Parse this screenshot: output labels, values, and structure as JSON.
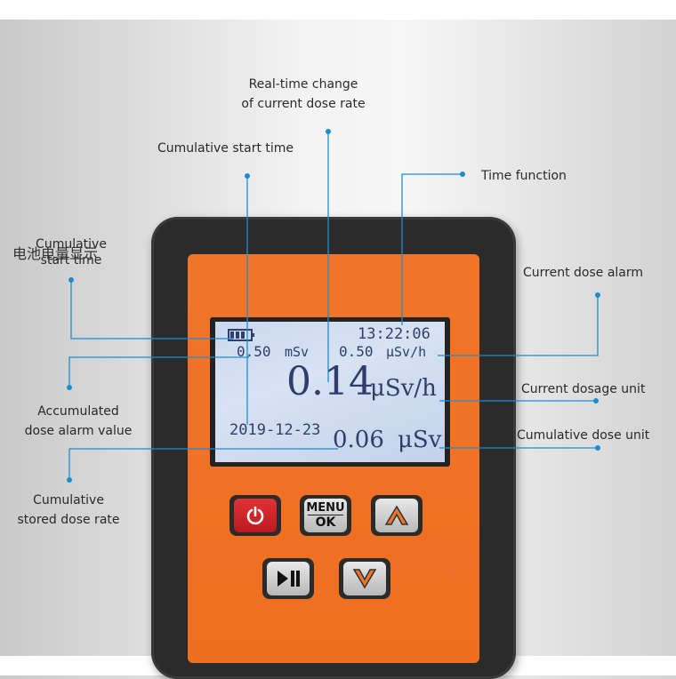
{
  "lcd": {
    "time": "13:22:06",
    "accum_alarm_value": "0.50",
    "accum_alarm_unit": "mSv",
    "rate_alarm_value": "0.50",
    "rate_alarm_unit": "μSv/h",
    "dose_rate_value": "0.14",
    "dose_rate_unit": "μSv/h",
    "date": "2019-12-23",
    "cumulative_dose_value": "0.06",
    "cumulative_dose_unit": "μSv"
  },
  "buttons": {
    "menu_label": "MENU",
    "ok_label": "OK"
  },
  "annotations": {
    "realtime_line1": "Real-time change",
    "realtime_line2": "of current dose rate",
    "cumulative_start_time": "Cumulative start time",
    "time_function": "Time function",
    "left_cumulative_line1": "Cumulative",
    "left_cumulative_line2": "start time",
    "chinese_overlay": "电池电量显示",
    "current_dose_alarm": "Current dose alarm",
    "accumulated_alarm_line1": "Accumulated",
    "accumulated_alarm_line2": "dose alarm value",
    "current_dosage_unit": "Current dosage unit",
    "cumulative_dose_unit": "Cumulative dose unit",
    "stored_rate_line1": "Cumulative",
    "stored_rate_line2": "stored dose rate"
  },
  "colors": {
    "accent": "#1c8ed0",
    "panel": "#f07427",
    "lcd_text": "#2f3f6d"
  }
}
